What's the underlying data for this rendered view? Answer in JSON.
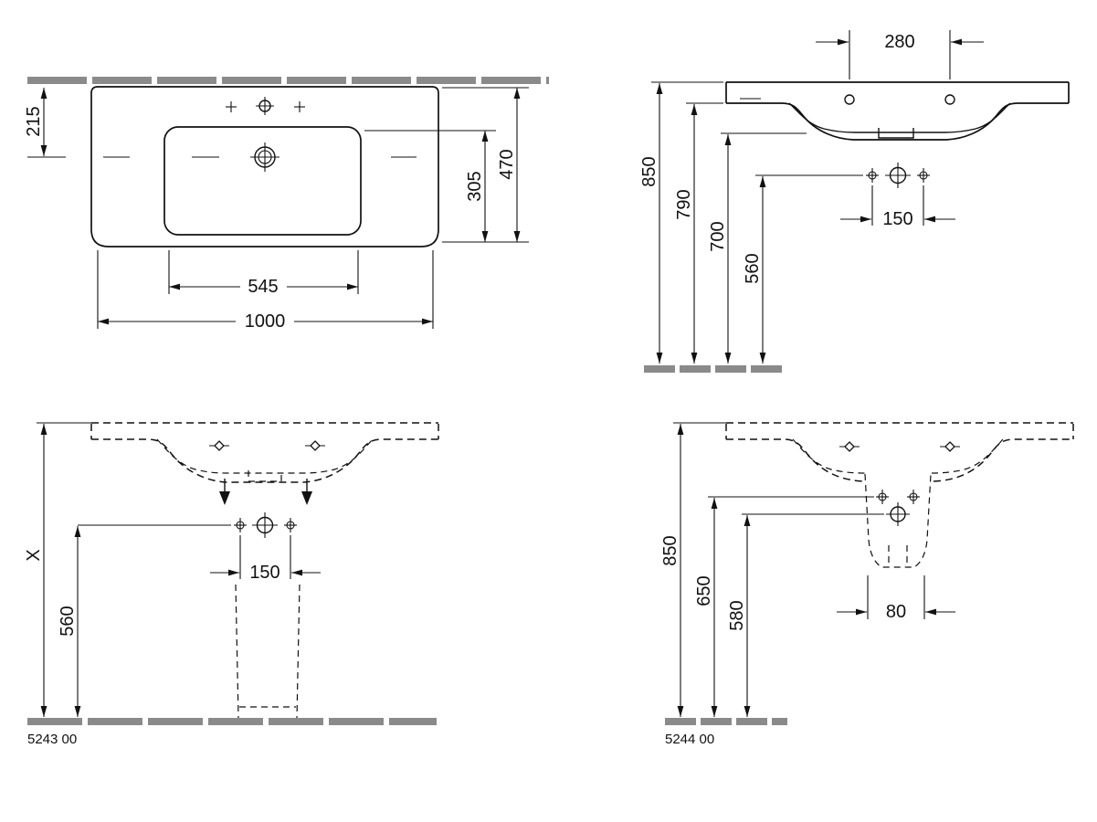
{
  "colors": {
    "line": "#111111",
    "hatch_gray": "#8a8a8a",
    "background": "#ffffff"
  },
  "plan": {
    "d215": "215",
    "d305": "305",
    "d470": "470",
    "d545": "545",
    "d1000": "1000"
  },
  "front": {
    "d280": "280",
    "d150": "150",
    "d850": "850",
    "d790": "790",
    "d700": "700",
    "d560": "560"
  },
  "pedestal": {
    "dX": "X",
    "d560": "560",
    "d150": "150",
    "code": "5243 00"
  },
  "semipedestal": {
    "d850": "850",
    "d650": "650",
    "d580": "580",
    "d80": "80",
    "code": "5244 00"
  }
}
